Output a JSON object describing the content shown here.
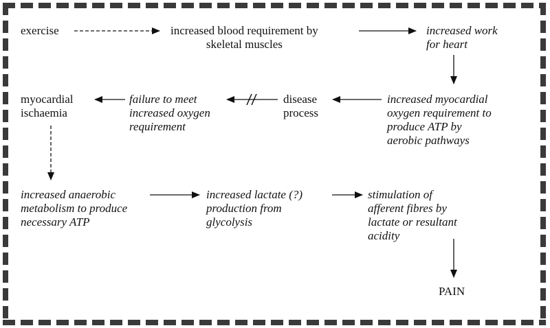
{
  "nodes": {
    "exercise": {
      "lines": [
        "exercise"
      ],
      "style": "roman"
    },
    "blood_requirement": {
      "lines": [
        "increased blood requirement by",
        "skeletal muscles"
      ],
      "style": "roman"
    },
    "work_for_heart": {
      "lines": [
        "increased work",
        "for heart"
      ],
      "style": "italic"
    },
    "myocardial_ischaemia": {
      "lines": [
        "myocardial",
        "ischaemia"
      ],
      "style": "roman"
    },
    "failure_to_meet": {
      "lines": [
        "failure to meet",
        "increased oxygen",
        "requirement"
      ],
      "style": "italic"
    },
    "disease_process": {
      "lines": [
        "disease",
        "process"
      ],
      "style": "roman"
    },
    "oxygen_requirement": {
      "lines": [
        "increased myocardial",
        "oxygen requirement to",
        "produce ATP by",
        "aerobic pathways"
      ],
      "style": "italic"
    },
    "anaerobic_metabolism": {
      "lines": [
        "increased anaerobic",
        "metabolism to produce",
        "necessary ATP"
      ],
      "style": "italic"
    },
    "lactate_production": {
      "lines": [
        "increased lactate (?)",
        "production from",
        "glycolysis"
      ],
      "style": "italic"
    },
    "stimulation": {
      "lines": [
        "stimulation of",
        "afferent fibres by",
        "lactate or resultant",
        "acidity"
      ],
      "style": "italic"
    },
    "pain": {
      "lines": [
        "PAIN"
      ],
      "style": "roman"
    }
  },
  "edges": [
    {
      "from": "exercise",
      "to": "blood_requirement",
      "style": "dashed"
    },
    {
      "from": "blood_requirement",
      "to": "work_for_heart",
      "style": "solid"
    },
    {
      "from": "work_for_heart",
      "to": "oxygen_requirement",
      "style": "solid"
    },
    {
      "from": "oxygen_requirement",
      "to": "disease_process",
      "style": "solid"
    },
    {
      "from": "disease_process",
      "to": "failure_to_meet",
      "style": "solid",
      "mark": "//"
    },
    {
      "from": "failure_to_meet",
      "to": "myocardial_ischaemia",
      "style": "solid"
    },
    {
      "from": "myocardial_ischaemia",
      "to": "anaerobic_metabolism",
      "style": "dashed"
    },
    {
      "from": "anaerobic_metabolism",
      "to": "lactate_production",
      "style": "solid"
    },
    {
      "from": "lactate_production",
      "to": "stimulation",
      "style": "solid"
    },
    {
      "from": "stimulation",
      "to": "pain",
      "style": "solid"
    }
  ]
}
